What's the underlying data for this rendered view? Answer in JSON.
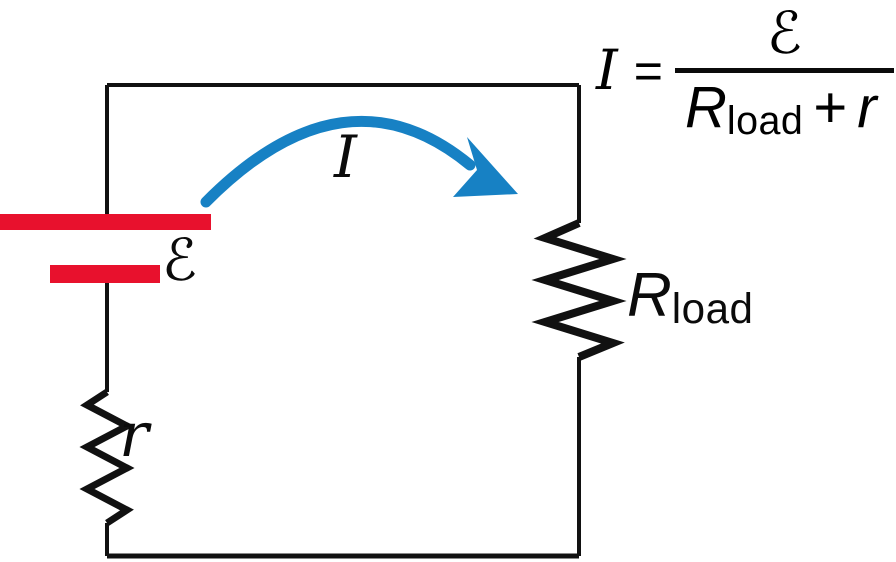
{
  "colors": {
    "wire": "#111111",
    "battery_red": "#e8112d",
    "arrow_blue": "#1781c4",
    "text": "#0b0b0b"
  },
  "labels": {
    "emf": "ℰ",
    "current": "I",
    "internal_resistance": "r",
    "load_resistance_base": "R",
    "load_resistance_sub": "load"
  },
  "equation": {
    "lhs": "I",
    "equals": "=",
    "numerator": "ℰ",
    "denominator_base": "R",
    "denominator_sub": "load",
    "denominator_op": "+",
    "denominator_r": "r"
  }
}
